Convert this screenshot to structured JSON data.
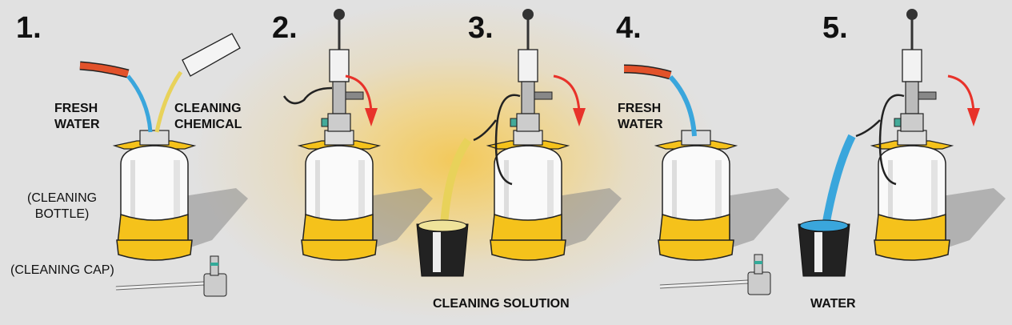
{
  "steps": [
    {
      "number": "1.",
      "labels": {
        "fresh_water": "FRESH\nWATER",
        "cleaning_chemical": "CLEANING\nCHEMICAL",
        "cleaning_bottle": "(CLEANING\nBOTTLE)",
        "cleaning_cap": "(CLEANING CAP)"
      }
    },
    {
      "number": "2."
    },
    {
      "number": "3.",
      "caption": "CLEANING SOLUTION"
    },
    {
      "number": "4.",
      "labels": {
        "fresh_water": "FRESH\nWATER"
      }
    },
    {
      "number": "5.",
      "caption": "WATER"
    }
  ],
  "colors": {
    "yellow": "#f5c21b",
    "water": "#3aa6dc",
    "chemical": "#e8d25a",
    "hose": "#e2522b",
    "arrow": "#e8322a",
    "background": "#e1e1e1"
  }
}
